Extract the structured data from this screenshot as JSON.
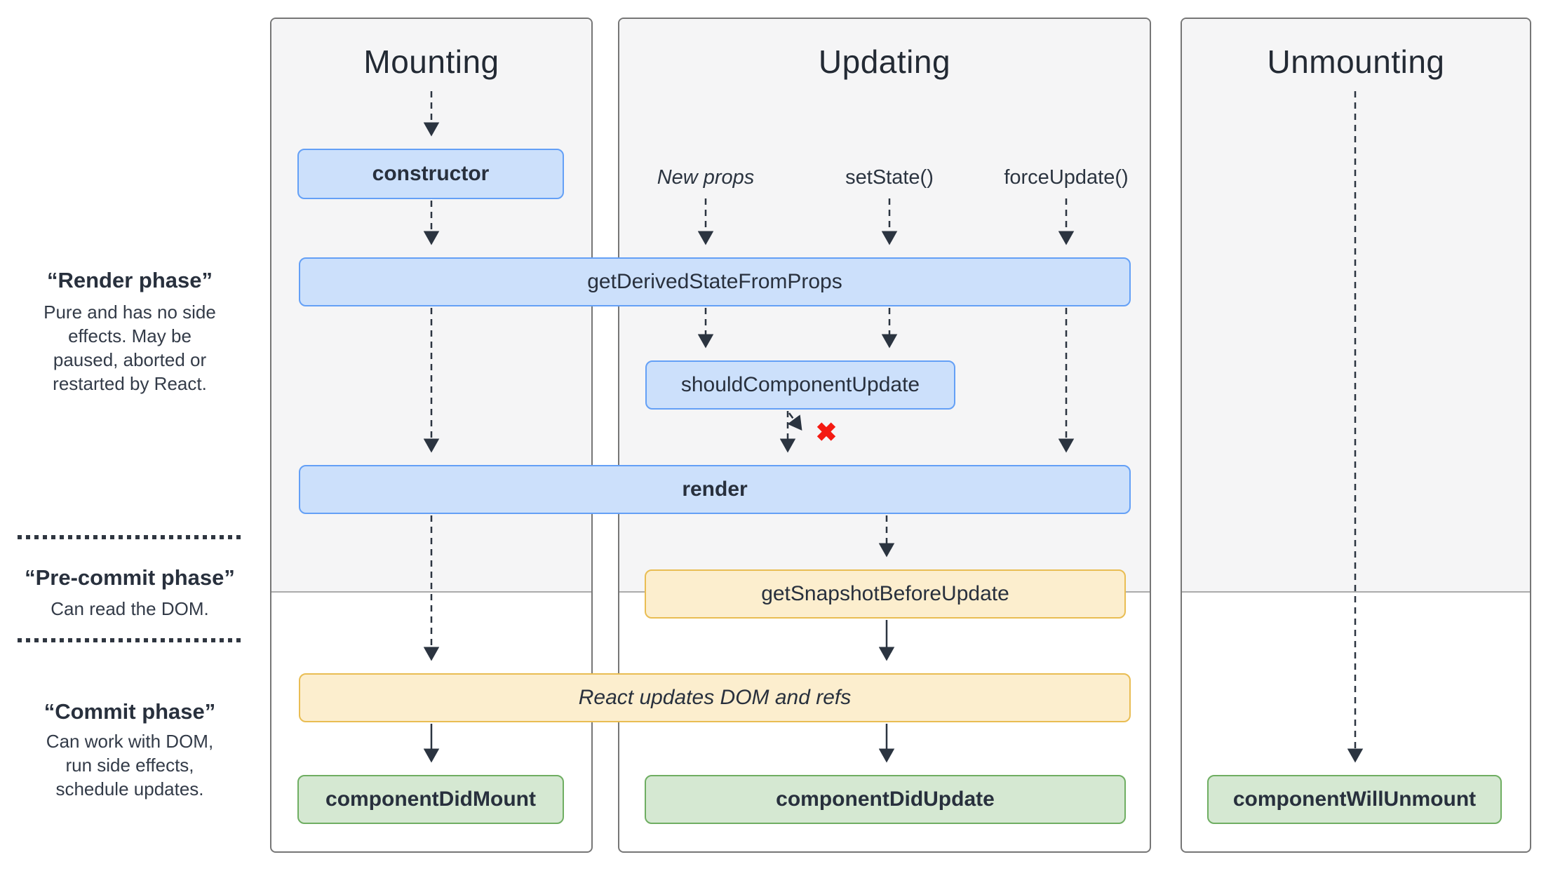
{
  "columns": [
    {
      "title": "Mounting"
    },
    {
      "title": "Updating"
    },
    {
      "title": "Unmounting"
    }
  ],
  "phases": {
    "render": {
      "title": "“Render phase”",
      "description": "Pure and has no side effects. May be paused, aborted or restarted by React."
    },
    "pre_commit": {
      "title": "“Pre-commit phase”",
      "description": "Can read the DOM."
    },
    "commit": {
      "title": "“Commit phase”",
      "description": "Can work with DOM, run side effects, schedule updates."
    }
  },
  "triggers": {
    "new_props": "New props",
    "set_state": "setState()",
    "force_update": "forceUpdate()"
  },
  "nodes": {
    "constructor": "constructor",
    "get_derived_state_from_props": "getDerivedStateFromProps",
    "should_component_update": "shouldComponentUpdate",
    "render": "render",
    "get_snapshot_before_update": "getSnapshotBeforeUpdate",
    "react_updates_dom": "React updates DOM and refs",
    "component_did_mount": "componentDidMount",
    "component_did_update": "componentDidUpdate",
    "component_will_unmount": "componentWillUnmount"
  },
  "stop_marker": "✖",
  "colors": {
    "lifecycle_fill": "#cce0fb",
    "lifecycle_border": "#64a0f6",
    "side_effect_fill": "#fceece",
    "side_effect_border": "#e9bd53",
    "commit_fill": "#d5e8d2",
    "commit_border": "#6fae62",
    "column_shade": "#f5f5f6",
    "arrow": "#2b3440",
    "stop": "#f41a12"
  }
}
